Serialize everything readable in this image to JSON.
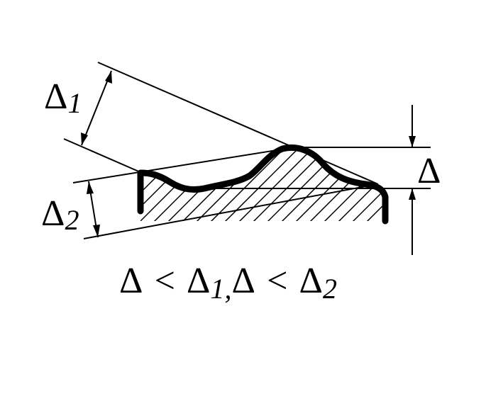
{
  "labels": {
    "delta1": {
      "symbol": "Δ",
      "sub": "1"
    },
    "delta2": {
      "symbol": "Δ",
      "sub": "2"
    },
    "delta": {
      "symbol": "Δ"
    }
  },
  "formula": {
    "part1_symbol": "Δ",
    "part1_op": "<",
    "part1_rhs_symbol": "Δ",
    "part1_rhs_sub": "1,",
    "part2_symbol": "Δ",
    "part2_op": "<",
    "part2_rhs_symbol": "Δ",
    "part2_rhs_sub": "2"
  },
  "colors": {
    "ink": "#000000",
    "background": "#ffffff"
  }
}
